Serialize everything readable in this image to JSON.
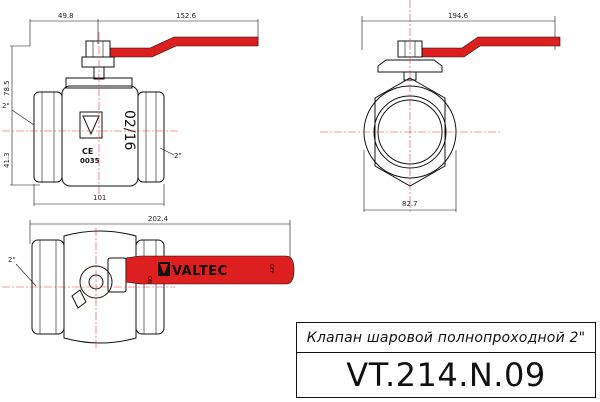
{
  "dimensions": {
    "top_left_width": "49.8",
    "handle_length": "152.6",
    "height_top": "78.5",
    "height_bottom": "41.3",
    "thread_left": "2\"",
    "thread_right": "2\"",
    "body_length": "101",
    "side_handle": "194.6",
    "side_diameter": "82.7",
    "bottom_total": "202.4",
    "bottom_thread": "2\""
  },
  "body_markings": {
    "marking_size": "02/16",
    "ce_mark": "CE",
    "cert_number": "0035"
  },
  "handle_brand": "VALTEC",
  "handle_small_left": "ON",
  "handle_small_right": "OFF",
  "title_block": {
    "name": "Клапан шаровой полнопроходной 2\"",
    "code": "VT.214.N.09"
  },
  "colors": {
    "handle_red": "#dd1f1f",
    "centerline_red": "#e23b3b",
    "line": "#111111"
  }
}
